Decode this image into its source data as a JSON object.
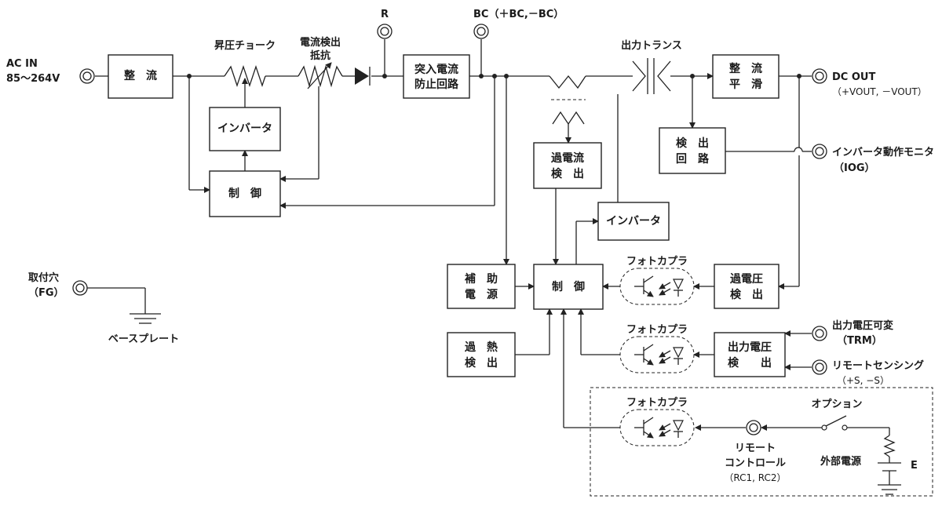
{
  "input": {
    "name": "AC IN",
    "range": "85～264V"
  },
  "blocks": {
    "rect1": [
      "整　流"
    ],
    "inverter1": [
      "インバータ"
    ],
    "control1": [
      "制　御"
    ],
    "inrush": [
      "突入電流",
      "防止回路"
    ],
    "rect_smooth": [
      "整　流",
      "平　滑"
    ],
    "detect": [
      "検　出",
      "回　路"
    ],
    "overcurrent": [
      "過電流",
      "検　出"
    ],
    "inverter2": [
      "インバータ"
    ],
    "aux_power": [
      "補　助",
      "電　源"
    ],
    "control2": [
      "制　御"
    ],
    "overvoltage": [
      "過電圧",
      "検　出"
    ],
    "overheat": [
      "過　熱",
      "検　出"
    ],
    "out_voltage": [
      "出力電圧",
      "検　　出"
    ]
  },
  "labels": {
    "boost_choke": "昇圧チョーク",
    "current_resistor": [
      "電流検出",
      "抵抗"
    ],
    "r_terminal": "R",
    "bc_terminal": "BC（＋BC,－BC）",
    "out_transformer": "出力トランス",
    "dc_out": "DC OUT",
    "dc_out_sub": "（+VOUT, －VOUT）",
    "inv_monitor": "インバータ動作モニタ",
    "inv_monitor_sub": "（IOG）",
    "photocoupler": "フォトカプラ",
    "mount_hole": "取付穴",
    "mount_hole_sub": "（FG）",
    "base_plate": "ベースプレート",
    "trim": "出力電圧可変",
    "trim_sub": "（TRM）",
    "sensing": "リモートセンシング",
    "sensing_sub": "（+S, −S）",
    "option": "オプション",
    "remote": [
      "リモート",
      "コントロール"
    ],
    "remote_sub": "（RC1, RC2）",
    "ext_power": "外部電源",
    "e_label": "E"
  }
}
